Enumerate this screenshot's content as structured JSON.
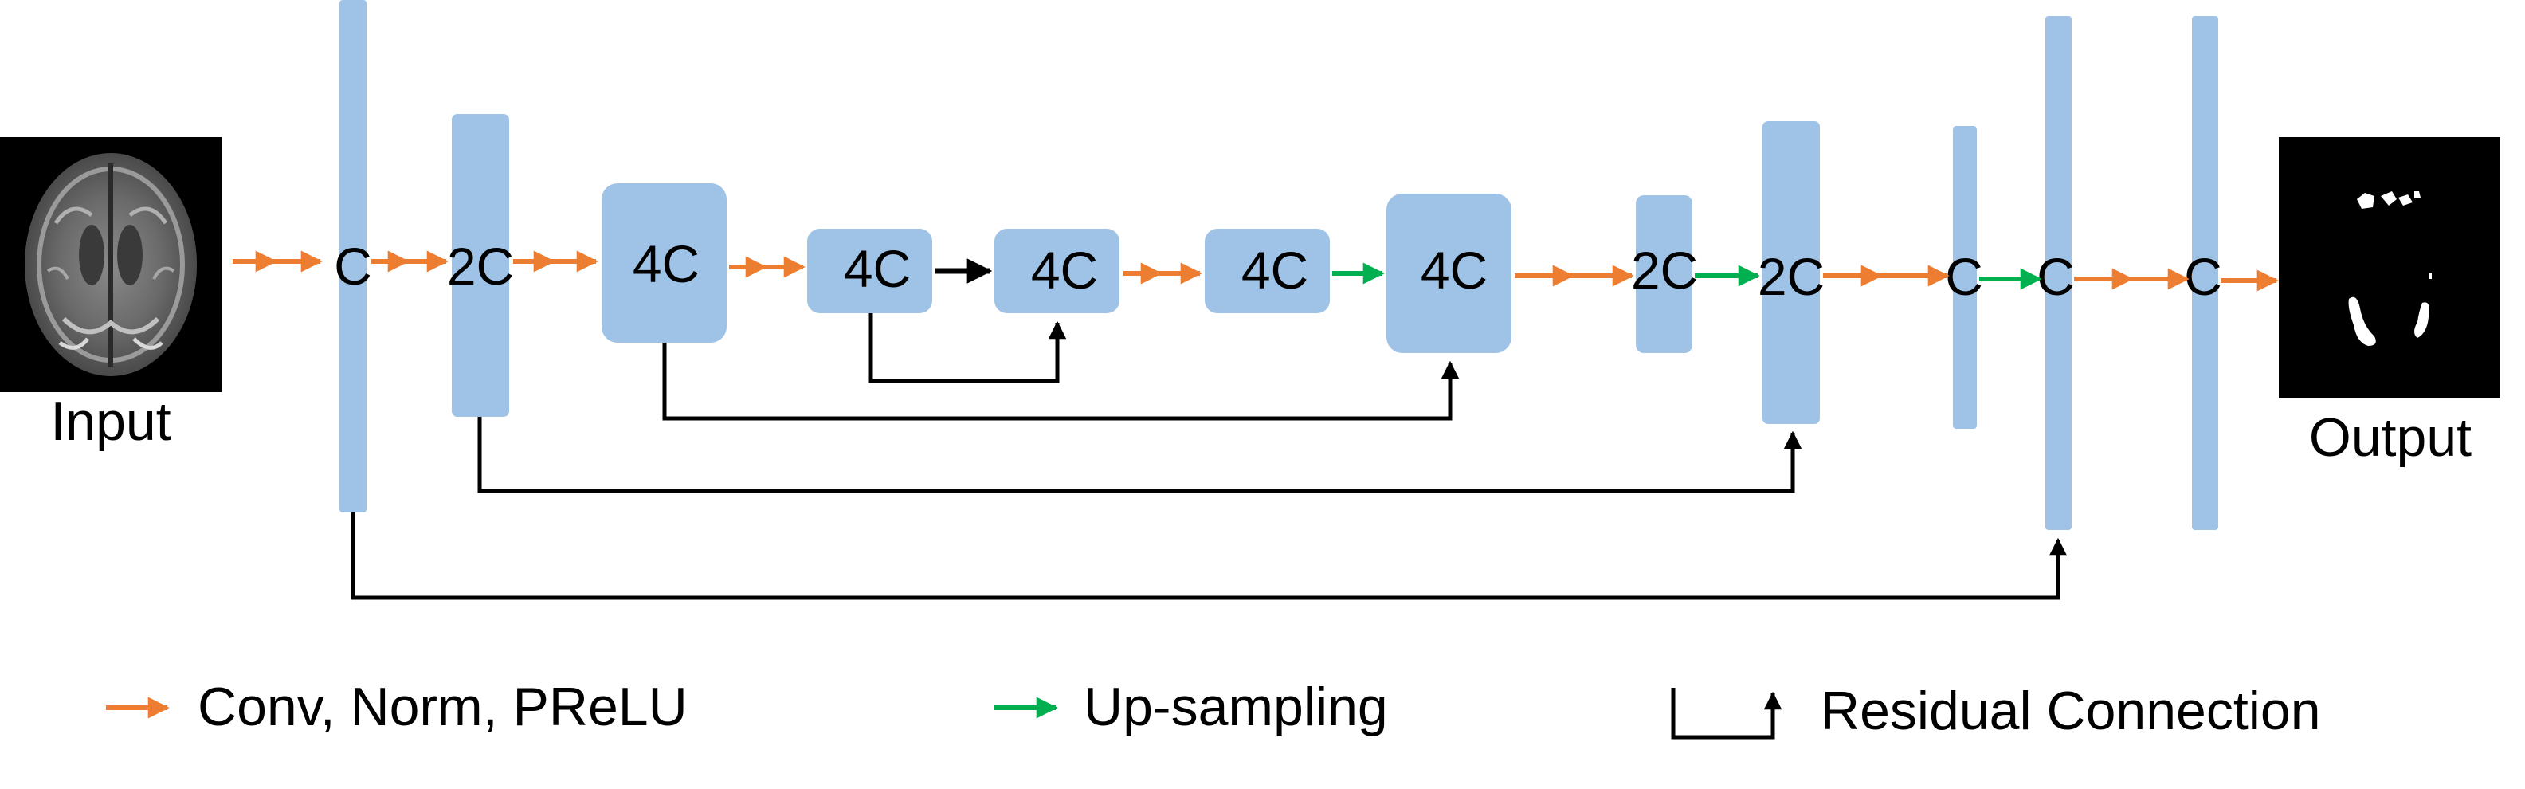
{
  "blocks": {
    "c1": "C",
    "c2": "2C",
    "c3": "4C",
    "c4": "4C",
    "c5": "4C",
    "c6": "4C",
    "c7": "4C",
    "c8": "2C",
    "c9": "2C",
    "c10": "C",
    "c11": "C",
    "c12": "C"
  },
  "input_label": "Input",
  "output_label": "Output",
  "legend": {
    "conv": "Conv, Norm, PReLU",
    "upsampling": "Up-sampling",
    "residual": "Residual Connection"
  },
  "colors": {
    "block": "#9fc3e6",
    "conv_arrow": "#ed7d31",
    "upsampling_arrow": "#00b050",
    "residual_arrow": "#000000"
  }
}
